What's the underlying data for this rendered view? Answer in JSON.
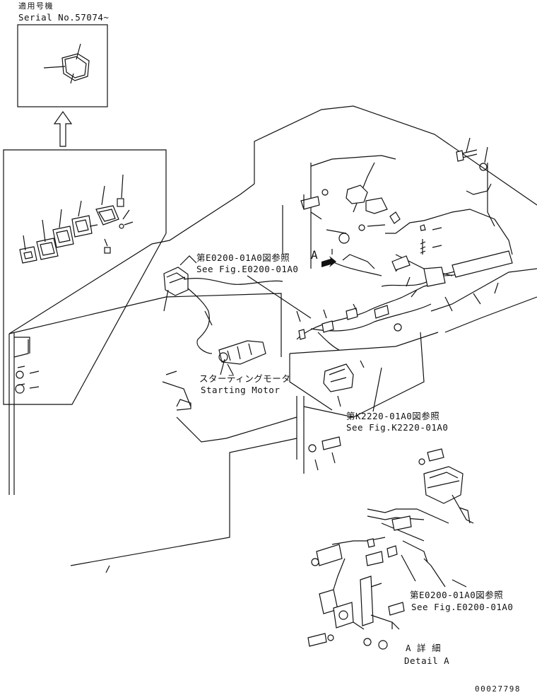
{
  "serial_note": {
    "ja": "適用号機",
    "en": "Serial No.57074~"
  },
  "labels": {
    "view_marker": "A",
    "ref_e0200_top_ja": "第E0200-01A0図参照",
    "ref_e0200_top_en": "See Fig.E0200-01A0",
    "starting_motor_ja": "スターティングモータ",
    "starting_motor_en": "Starting Motor",
    "ref_k2220_ja": "第K2220-01A0図参照",
    "ref_k2220_en": "See Fig.K2220-01A0",
    "ref_e0200_bottom_ja": "第E0200-01A0図参照",
    "ref_e0200_bottom_en": "See Fig.E0200-01A0",
    "detail_ja": "A 詳 細",
    "detail_en": "Detail A"
  },
  "drawing_number": "00027798"
}
